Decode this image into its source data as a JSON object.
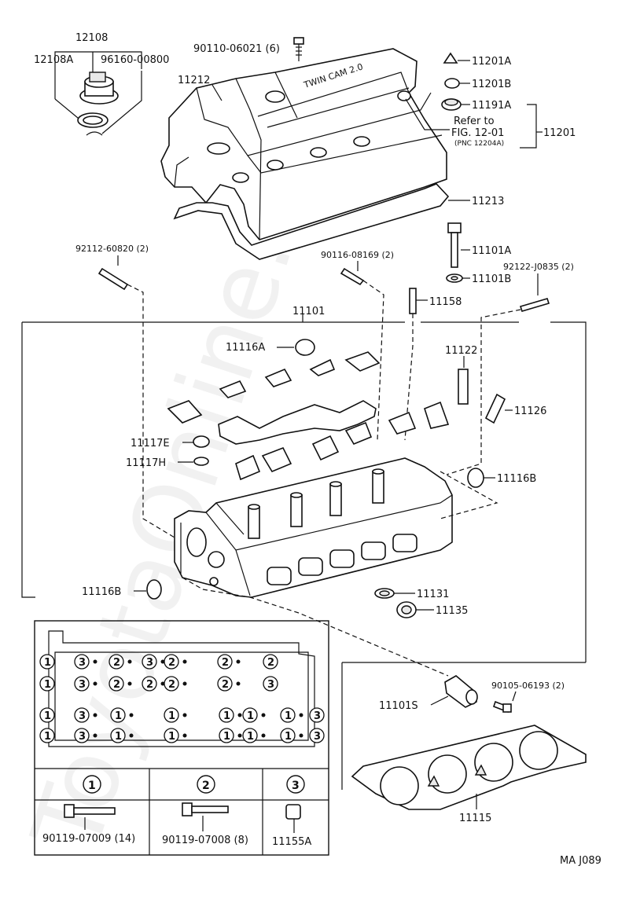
{
  "labels": {
    "p12108": "12108",
    "p12108a": "12108A",
    "p96160": "96160-00800",
    "p90110": "90110-06021 (6)",
    "p11201a": "11201A",
    "p11212": "11212",
    "p11201b": "11201B",
    "p11191a": "11191A",
    "refer_to": "Refer to",
    "fig_ref": "FIG. 12-01",
    "pnc_ref": "(PNC 12204A)",
    "p11201": "11201",
    "p11213": "11213",
    "p92112": "92112-60820 (2)",
    "p11101a": "11101A",
    "p90116": "90116-08169 (2)",
    "p11101b": "11101B",
    "p92122": "92122-J0835 (2)",
    "p11158": "11158",
    "p11101": "11101",
    "p11116a": "11116A",
    "p11122": "11122",
    "p11126": "11126",
    "p11117e": "11117E",
    "p11117h": "11117H",
    "p11116b_r": "11116B",
    "p11116b_l": "11116B",
    "p11131": "11131",
    "p11135": "11135",
    "p90105": "90105-06193 (2)",
    "p11101s": "11101S",
    "p11115": "11115",
    "bolt1": "90119-07009 (14)",
    "bolt2": "90119-07008 (8)",
    "bolt3": "11155A",
    "code": "MA J089",
    "cover_text": "TWIN CAM 2.0",
    "watermark": "ToyotaOnline.ru"
  },
  "legend": {
    "c1": "1",
    "c2": "2",
    "c3": "3"
  },
  "bolt_pattern": {
    "row1": [
      "1",
      "3",
      "2",
      "3",
      "2",
      "2",
      "2"
    ],
    "row2": [
      "1",
      "3",
      "2",
      "2",
      "2",
      "2",
      "3"
    ],
    "row3": [
      "1",
      "3",
      "1",
      "1",
      "1",
      "1",
      "1",
      "3"
    ],
    "row4": [
      "1",
      "3",
      "1",
      "1",
      "1",
      "1",
      "1",
      "3"
    ]
  }
}
